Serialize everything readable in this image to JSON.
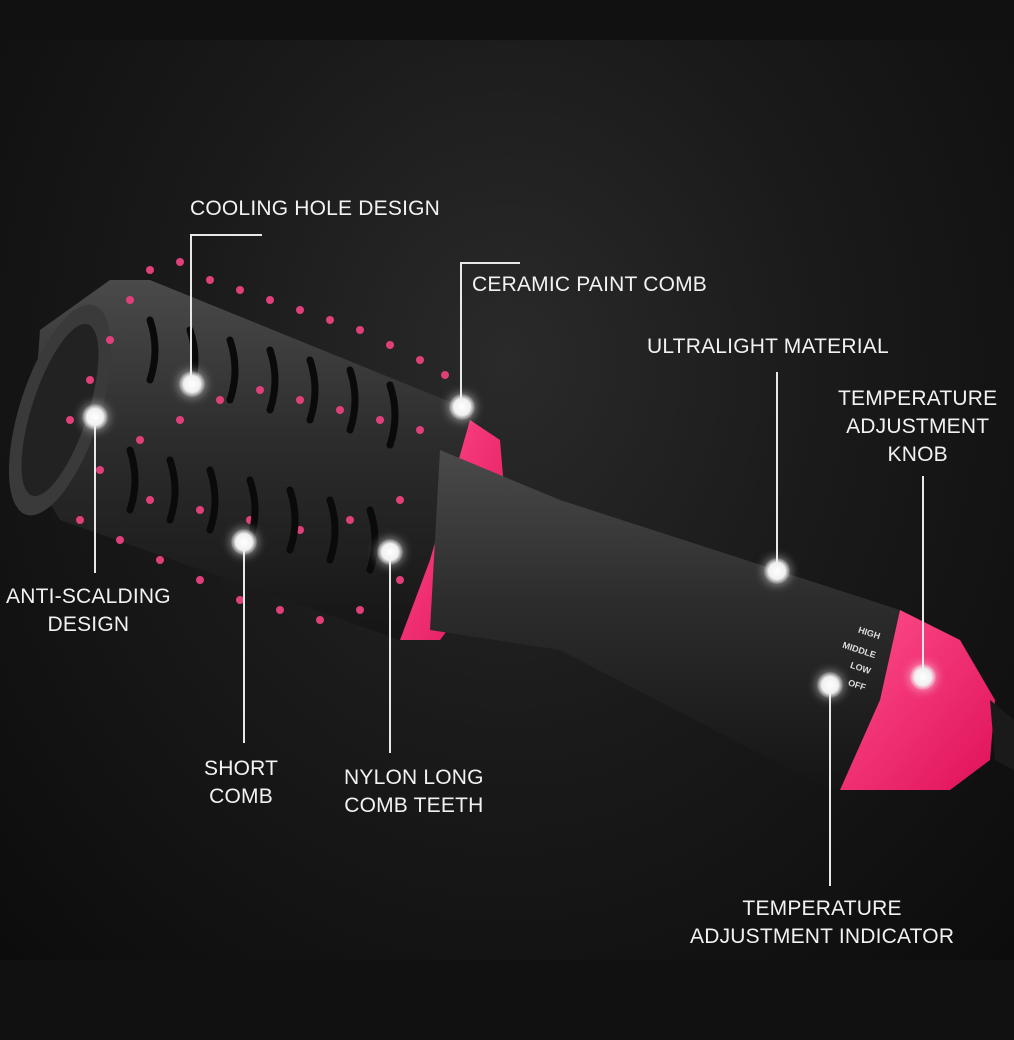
{
  "product": "hot air brush / hair dryer brush",
  "colors": {
    "body": "#2b2b2b",
    "accent": "#f0206a",
    "bristle_tip": "#e0407a",
    "background": "#111111"
  },
  "callouts": [
    {
      "id": "cooling-hole-design",
      "text": "COOLING HOLE DESIGN"
    },
    {
      "id": "ceramic-paint-comb",
      "text": "CERAMIC PAINT COMB"
    },
    {
      "id": "ultralight-material",
      "text": "ULTRALIGHT MATERIAL"
    },
    {
      "id": "temperature-adjustment-knob",
      "lines": [
        "TEMPERATURE",
        "ADJUSTMENT",
        "KNOB"
      ]
    },
    {
      "id": "anti-scalding-design",
      "lines": [
        "ANTI-SCALDING",
        "DESIGN"
      ]
    },
    {
      "id": "short-comb",
      "lines": [
        "SHORT",
        "COMB"
      ]
    },
    {
      "id": "nylon-long-comb-teeth",
      "lines": [
        "NYLON LONG",
        "COMB TEETH"
      ]
    },
    {
      "id": "temperature-adjustment-indicator",
      "lines": [
        "TEMPERATURE",
        "ADJUSTMENT INDICATOR"
      ]
    }
  ],
  "switch_settings": [
    "HIGH",
    "MIDDLE",
    "LOW",
    "OFF"
  ]
}
